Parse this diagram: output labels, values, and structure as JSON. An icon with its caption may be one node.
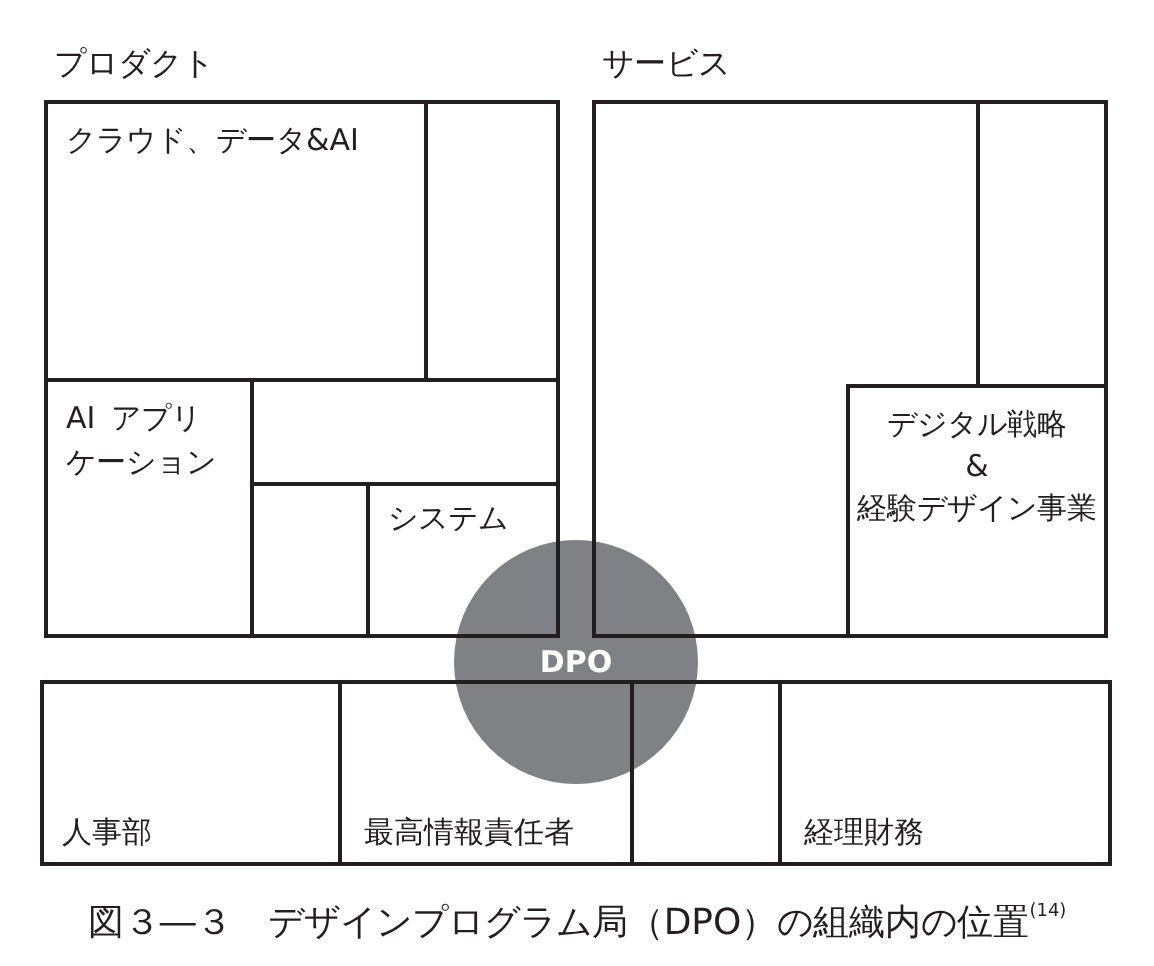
{
  "diagram": {
    "caption": "図３―３　デザインプログラム局（DPO）の組織内の位置$^{(14)}$",
    "nodes": [
      {
        "text": [
          "プロダクト"
        ]
      },
      {
        "text": [
          "クラウド、データ&AI"
        ],
        "in": 0
      },
      {
        "text": [],
        "shape": "box",
        "in": 0
      },
      {
        "text": [
          "AI アプリケーション"
        ],
        "in": 0
      },
      {
        "text": [],
        "shape": "box",
        "in": 0
      },
      {
        "text": [],
        "shape": "box",
        "in": 0
      },
      {
        "text": [
          "システム"
        ],
        "in": 0
      },
      {
        "text": [
          "サービス"
        ]
      },
      {
        "text": [],
        "shape": "box",
        "in": 7
      },
      {
        "text": [
          "デジタル戦略 & 経験デザイン事業"
        ],
        "in": 7
      },
      {
        "text": [
          "DPO"
        ]
      },
      {
        "text": [
          "人事部"
        ]
      },
      {
        "text": [
          "最高情報責任者"
        ]
      },
      {
        "text": [],
        "shape": "box"
      },
      {
        "text": [
          "経理財務"
        ]
      }
    ]
  }
}
